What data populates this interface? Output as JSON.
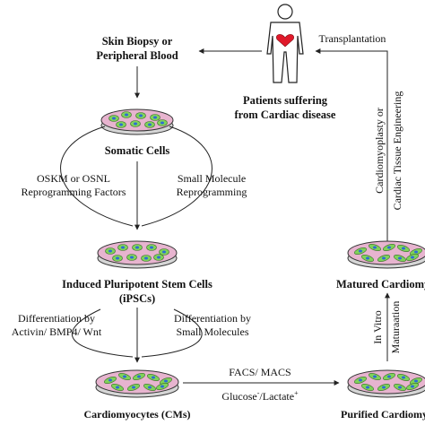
{
  "nodes": {
    "source_line1": "Skin Biopsy or",
    "source_line2": "Peripheral Blood",
    "patients_line1": "Patients suffering",
    "patients_line2": "from Cardiac disease",
    "somatic": "Somatic Cells",
    "ipsc_line1": "Induced Pluripotent Stem Cells",
    "ipsc_line2": "(iPSCs)",
    "cms": "Cardiomyocytes (CMs)",
    "purified": "Purified Cardiomyocytes",
    "matured": "Matured Cardiomyocytes"
  },
  "labels": {
    "transplantation": "Transplantation",
    "oskm_line1": "OSKM or OSNL",
    "oskm_line2": "Reprogramming Factors",
    "small_mol_line1": "Small Molecule",
    "small_mol_line2": "Reprogramming",
    "diff_left_line1": "Differentiation by",
    "diff_left_line2": "Activin/ BMP4/ Wnt",
    "diff_right_line1": "Differentiation by",
    "diff_right_line2": "Small Molecules",
    "facs": "FACS/ MACS",
    "glucose": "Glucose",
    "lactate": "/Lactate",
    "minus": "-",
    "plus": "+",
    "vertical_line1": "Cardiomyoplasty or",
    "vertical_line2": "Cardiac Tissue Engineering",
    "invitro_line1": "In Vitro",
    "invitro_line2": "Maturaation"
  },
  "icons": {
    "heart": "heart-icon",
    "human": "human-figure-icon",
    "dish": "petri-dish-icon"
  },
  "colors": {
    "dish_fill": "#e7b4cf",
    "dish_rim": "#333333",
    "cell_fill": "#7fd25a",
    "cell_border": "#3a6c2a",
    "nucleus": "#2d6bd6",
    "heart": "#e0192a",
    "line": "#222222"
  }
}
